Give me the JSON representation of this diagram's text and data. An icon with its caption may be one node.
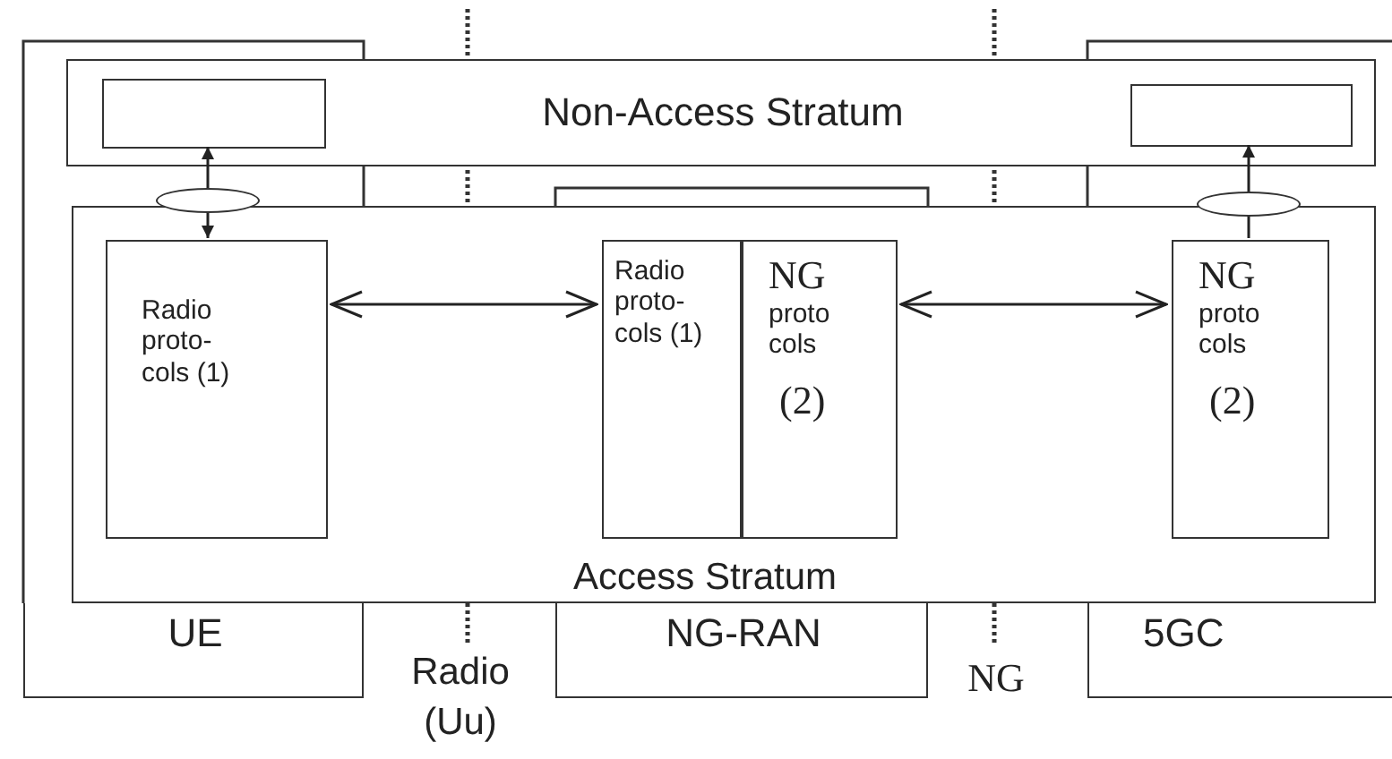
{
  "diagram": {
    "nodes": [
      {
        "text": [
          "UE"
        ]
      },
      {
        "text": [
          "NG-RAN"
        ]
      },
      {
        "text": [
          "5GC"
        ]
      },
      {
        "text": [
          "Non-Access Stratum"
        ]
      },
      {
        "text": [],
        "shape": "box",
        "in": 3
      },
      {
        "text": [],
        "shape": "box",
        "in": 3
      },
      {
        "text": [],
        "shape": "ellipse"
      },
      {
        "text": [],
        "shape": "ellipse"
      },
      {
        "text": [
          "Access Stratum"
        ]
      },
      {
        "text": [
          "Radio proto- cols (1)"
        ],
        "in": 8
      },
      {
        "text": [
          "Radio proto- cols (1)"
        ],
        "in": 8
      },
      {
        "text": [
          "NG",
          "proto cols",
          "(2)"
        ],
        "in": 8
      },
      {
        "text": [
          "NG",
          "proto cols",
          "(2)"
        ],
        "in": 8
      }
    ],
    "edges": [
      {
        "from": 6,
        "to": 4,
        "arrow": "to"
      },
      {
        "from": 6,
        "to": 9,
        "arrow": "to"
      },
      {
        "from": 9,
        "to": 10,
        "arrow": "both"
      },
      {
        "from": 11,
        "to": 12,
        "arrow": "both"
      },
      {
        "from": 12,
        "to": 7,
        "arrow": "none"
      },
      {
        "from": 7,
        "to": 5,
        "arrow": "to"
      }
    ],
    "labels": [
      "Radio (Uu)",
      "NG"
    ]
  }
}
